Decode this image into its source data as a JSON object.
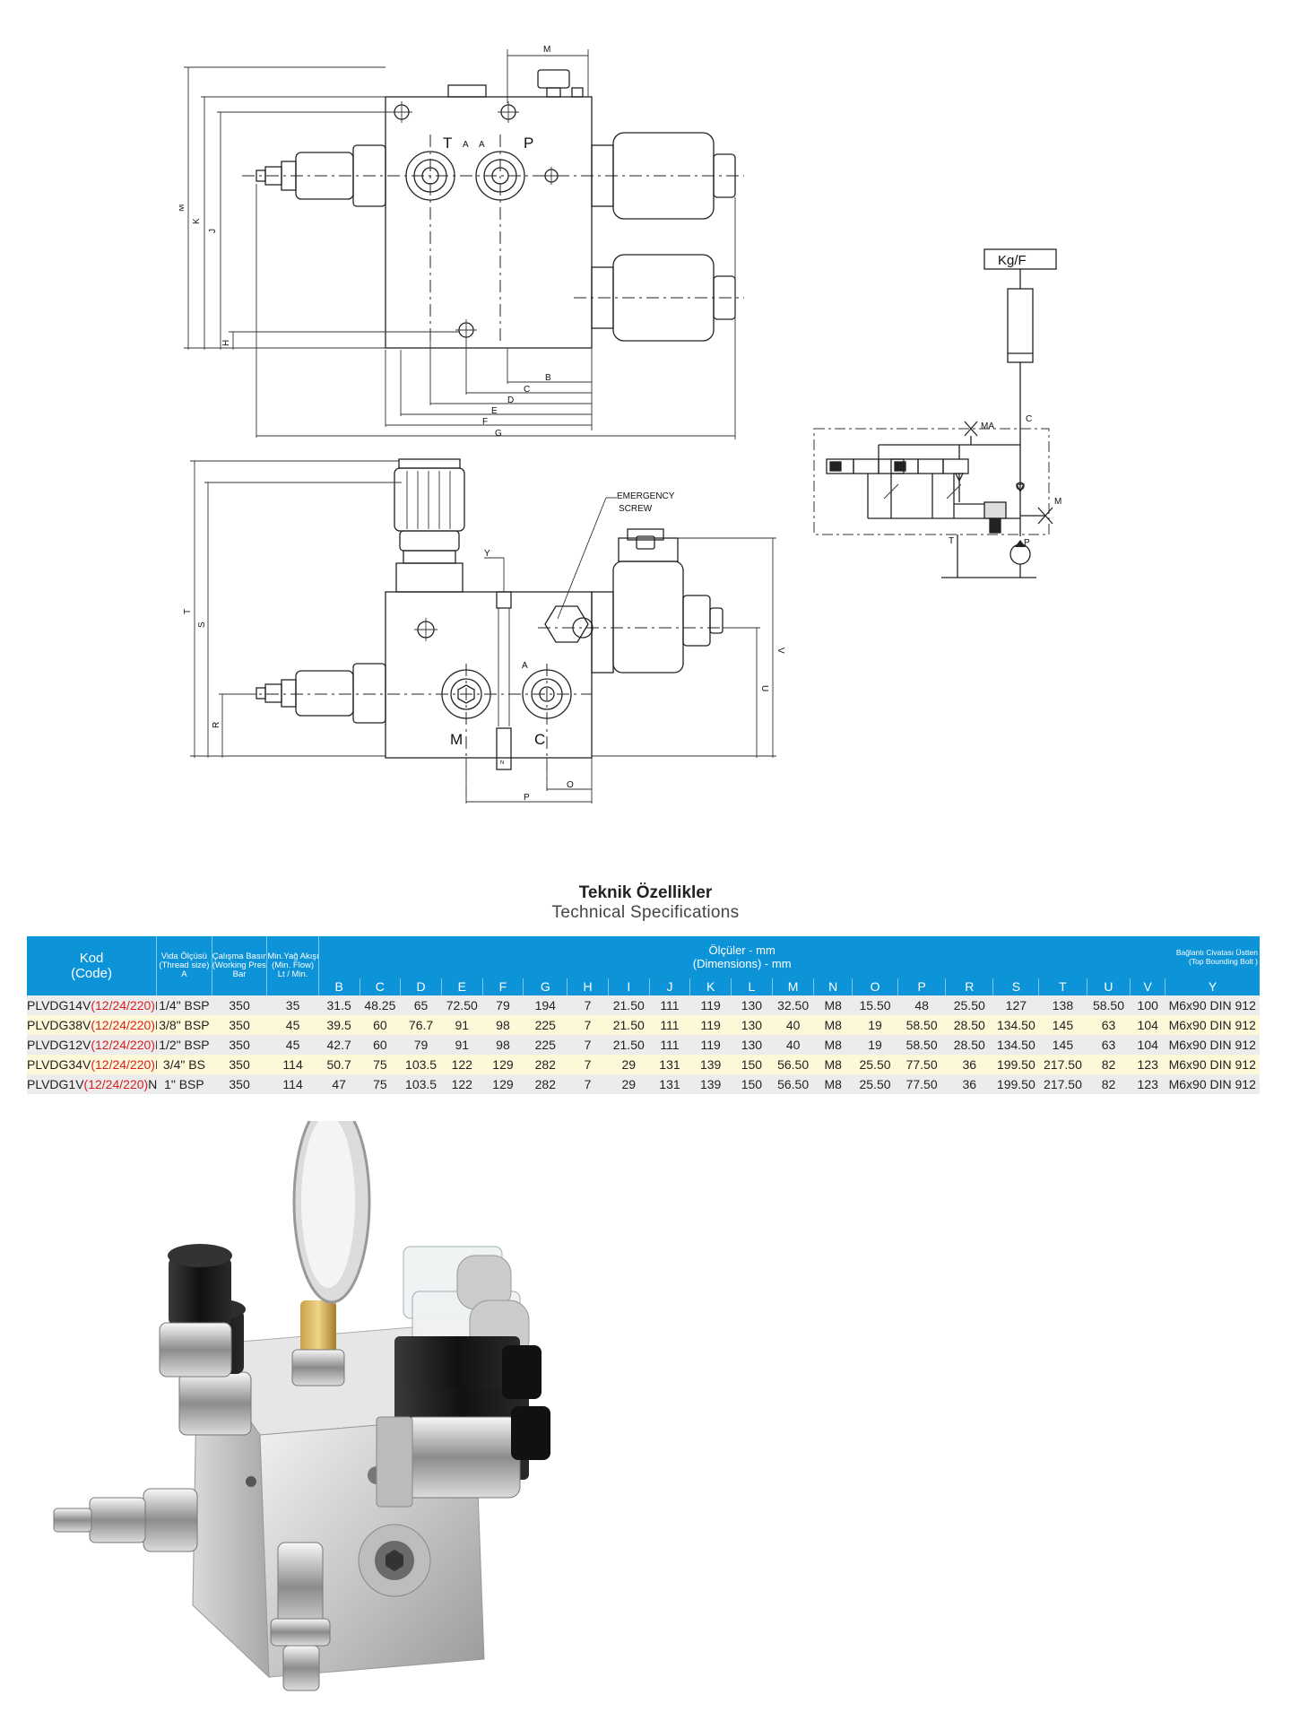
{
  "drawing": {
    "top_view": {
      "dim_labels": [
        "M",
        "L",
        "K",
        "J",
        "H",
        "B",
        "C",
        "D",
        "E",
        "F",
        "G"
      ],
      "port_labels": {
        "t": "T",
        "a1": "A",
        "a2": "A",
        "p": "P"
      }
    },
    "front_view": {
      "dim_labels": [
        "T",
        "S",
        "R",
        "Y",
        "N",
        "V",
        "U",
        "O",
        "P"
      ],
      "port_labels": {
        "m": "M",
        "c": "C",
        "a": "A"
      },
      "callout": [
        "EMERGENCY",
        "SCREW"
      ]
    },
    "schematic": {
      "gauge_label": "Kg/F",
      "labels": {
        "ma": "MA",
        "c": "C",
        "m": "M",
        "t": "T",
        "p": "P"
      }
    }
  },
  "spec": {
    "title_tr": "Teknik Özellikler",
    "title_en": "Technical Specifications",
    "headers": {
      "kod": "Kod",
      "kod_en": "(Code)",
      "vida": "Vida Ölçüsü",
      "vida_en": "(Thread size)",
      "vida_letter": "A",
      "calisma": "Çalışma Basıncı",
      "calisma_en": "(Working Pressure)",
      "calisma_unit": "Bar",
      "akis": "Min.Yağ Akışı",
      "akis_en": "(Min. Flow)",
      "akis_unit": "Lt / Min.",
      "olculer": "Ölçüler - mm",
      "olculer_en": "(Dimensions) - mm",
      "baglanti": "Bağlantı Civatası Üstten",
      "baglanti_en": "(Top Bounding Bolt )"
    },
    "dim_letters": [
      "B",
      "C",
      "D",
      "E",
      "F",
      "G",
      "H",
      "I",
      "J",
      "K",
      "L",
      "M",
      "N",
      "O",
      "P",
      "R",
      "S",
      "T",
      "U",
      "V",
      "Y"
    ],
    "rows": [
      {
        "code_a": "PLVDG14V",
        "code_b": "(12/24/220)",
        "code_c": "N",
        "thread": "1/4\" BSP",
        "pressure": "350",
        "flow": "35",
        "dims": [
          "31.5",
          "48.25",
          "65",
          "72.50",
          "79",
          "194",
          "7",
          "21.50",
          "111",
          "119",
          "130",
          "32.50",
          "M8",
          "15.50",
          "48",
          "25.50",
          "127",
          "138",
          "58.50",
          "100"
        ],
        "bolt": "M6x90 DIN 912"
      },
      {
        "code_a": "PLVDG38V",
        "code_b": "(12/24/220)",
        "code_c": "N",
        "thread": "3/8\" BSP",
        "pressure": "350",
        "flow": "45",
        "dims": [
          "39.5",
          "60",
          "76.7",
          "91",
          "98",
          "225",
          "7",
          "21.50",
          "111",
          "119",
          "130",
          "40",
          "M8",
          "19",
          "58.50",
          "28.50",
          "134.50",
          "145",
          "63",
          "104"
        ],
        "bolt": "M6x90 DIN 912"
      },
      {
        "code_a": "PLVDG12V",
        "code_b": "(12/24/220)",
        "code_c": "N",
        "thread": "1/2\" BSP",
        "pressure": "350",
        "flow": "45",
        "dims": [
          "42.7",
          "60",
          "79",
          "91",
          "98",
          "225",
          "7",
          "21.50",
          "111",
          "119",
          "130",
          "40",
          "M8",
          "19",
          "58.50",
          "28.50",
          "134.50",
          "145",
          "63",
          "104"
        ],
        "bolt": "M6x90 DIN 912"
      },
      {
        "code_a": "PLVDG34V",
        "code_b": "(12/24/220)",
        "code_c": "N",
        "thread": "3/4\" BS",
        "pressure": "350",
        "flow": "114",
        "dims": [
          "50.7",
          "75",
          "103.5",
          "122",
          "129",
          "282",
          "7",
          "29",
          "131",
          "139",
          "150",
          "56.50",
          "M8",
          "25.50",
          "77.50",
          "36",
          "199.50",
          "217.50",
          "82",
          "123"
        ],
        "bolt": "M6x90 DIN 912"
      },
      {
        "code_a": "PLVDG1V",
        "code_b": "(12/24/220)",
        "code_c": "N",
        "thread": "1\" BSP",
        "pressure": "350",
        "flow": "114",
        "dims": [
          "47",
          "75",
          "103.5",
          "122",
          "129",
          "282",
          "7",
          "29",
          "131",
          "139",
          "150",
          "56.50",
          "M8",
          "25.50",
          "77.50",
          "36",
          "199.50",
          "217.50",
          "82",
          "123"
        ],
        "bolt": "M6x90 DIN 912"
      }
    ]
  },
  "photo": {
    "icon": "valve-block-photo"
  }
}
